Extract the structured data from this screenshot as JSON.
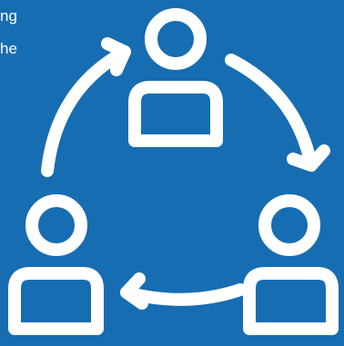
{
  "text_fragments": {
    "line1": "ng",
    "line2": "he"
  },
  "colors": {
    "background": "#176db2",
    "foreground": "#ffffff"
  },
  "icons": {
    "people": [
      "person-icon-top",
      "person-icon-right",
      "person-icon-left"
    ],
    "arrows": [
      "arrow-left-to-top",
      "arrow-top-to-right",
      "arrow-right-to-left"
    ]
  }
}
